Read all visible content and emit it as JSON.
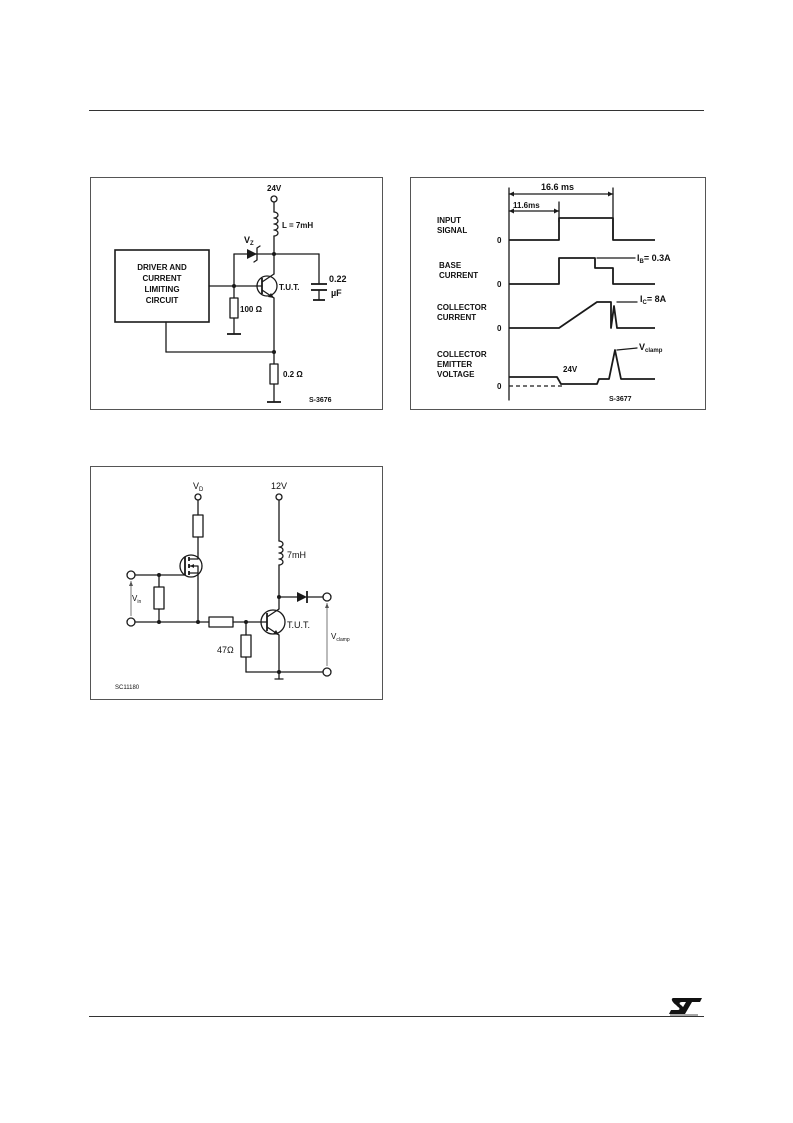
{
  "figure1": {
    "supply": "24V",
    "inductor": "L = 7mH",
    "zener": "V",
    "zener_sub": "Z",
    "driver_line1": "DRIVER AND",
    "driver_line2": "CURRENT",
    "driver_line3": "LIMITING",
    "driver_line4": "CIRCUIT",
    "transistor": "T.U.T.",
    "capacitor_value": "0.22",
    "capacitor_unit": "µF",
    "base_resistor": "100 Ω",
    "emitter_resistor": "0.2 Ω",
    "code": "S-3676"
  },
  "figure2": {
    "period": "16.6 ms",
    "on_time": "11.6ms",
    "input_line1": "INPUT",
    "input_line2": "SIGNAL",
    "base_line1": "BASE",
    "base_line2": "CURRENT",
    "collector_line1": "COLLECTOR",
    "collector_line2": "CURRENT",
    "vce_line1": "COLLECTOR",
    "vce_line2": "EMITTER",
    "vce_line3": "VOLTAGE",
    "zero": "0",
    "ib_label": "I",
    "ib_sub": "B",
    "ib_value": "= 0.3A",
    "ic_label": "I",
    "ic_sub": "C",
    "ic_value": "= 8A",
    "vclamp_label": "V",
    "vclamp_sub": "clamp",
    "supply_label": "24V",
    "code": "S-3677"
  },
  "figure3": {
    "vd_label": "V",
    "vd_sub": "D",
    "supply": "12V",
    "inductor": "7mH",
    "vin_label": "V",
    "vin_sub": "in",
    "resistor": "47Ω",
    "transistor": "T.U.T.",
    "vclamp_label": "V",
    "vclamp_sub": "clamp",
    "code": "SC11180"
  }
}
